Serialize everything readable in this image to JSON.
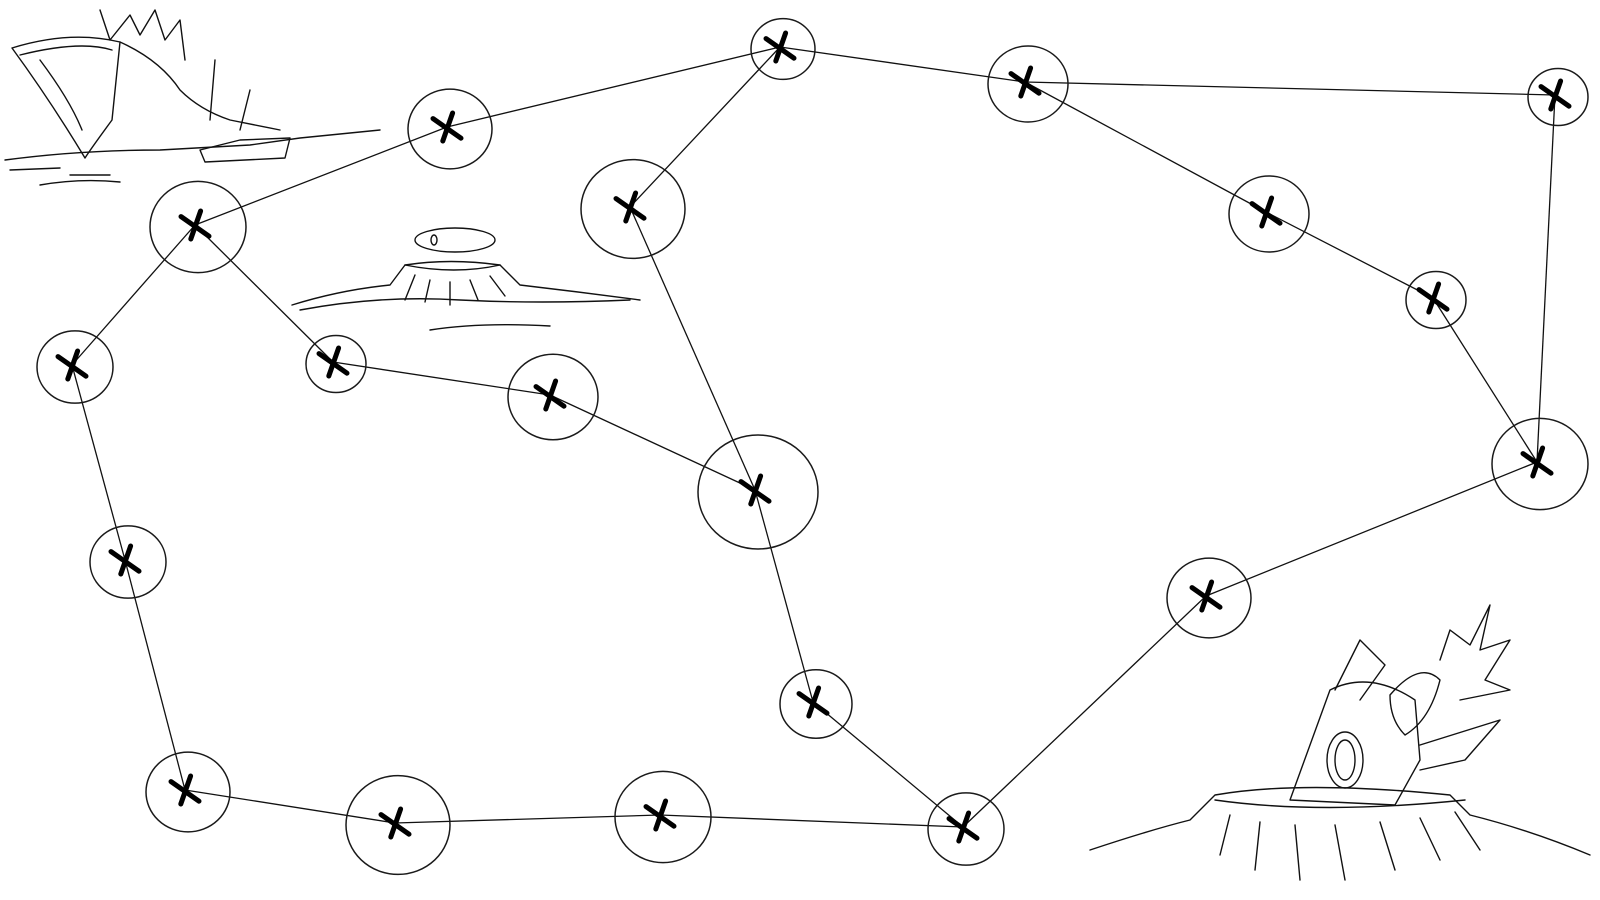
{
  "map": {
    "background_color": "#ffffff",
    "ink_color": "#111111",
    "node_marker_icon": "x-mark-icon",
    "nodes": [
      {
        "id": "n1"
      },
      {
        "id": "n2"
      },
      {
        "id": "n3"
      },
      {
        "id": "n4"
      },
      {
        "id": "n5"
      },
      {
        "id": "n6"
      },
      {
        "id": "n7"
      },
      {
        "id": "n8"
      },
      {
        "id": "n9"
      },
      {
        "id": "n10"
      },
      {
        "id": "n11"
      },
      {
        "id": "n12"
      },
      {
        "id": "n13"
      },
      {
        "id": "n14"
      },
      {
        "id": "n15"
      },
      {
        "id": "n16"
      },
      {
        "id": "n17"
      },
      {
        "id": "n18"
      },
      {
        "id": "n19"
      },
      {
        "id": "n20"
      },
      {
        "id": "n21"
      },
      {
        "id": "n22"
      },
      {
        "id": "n23"
      }
    ],
    "paths": [
      [
        "n1",
        "n2"
      ],
      [
        "n2",
        "n3"
      ],
      [
        "n3",
        "n4"
      ],
      [
        "n4",
        "n5"
      ],
      [
        "n5",
        "n6"
      ],
      [
        "n6",
        "n7"
      ],
      [
        "n7",
        "n8"
      ],
      [
        "n8",
        "n9"
      ],
      [
        "n9",
        "n10"
      ],
      [
        "n10",
        "n11"
      ],
      [
        "n11",
        "n12"
      ],
      [
        "n12",
        "n13"
      ],
      [
        "n13",
        "n14"
      ],
      [
        "n14",
        "n15"
      ],
      [
        "n15",
        "n16"
      ],
      [
        "n16",
        "n17"
      ],
      [
        "n17",
        "n18"
      ],
      [
        "n18",
        "n19"
      ],
      [
        "n19",
        "n20"
      ],
      [
        "n20",
        "n21"
      ],
      [
        "n21",
        "n22"
      ],
      [
        "n22",
        "n23"
      ],
      [
        "n23",
        "n2"
      ],
      [
        "n3",
        "n21"
      ]
    ],
    "landmarks": [
      {
        "name": "crashed-ship-icon"
      },
      {
        "name": "ufo-crater-icon"
      },
      {
        "name": "rocket-crater-icon"
      }
    ]
  }
}
